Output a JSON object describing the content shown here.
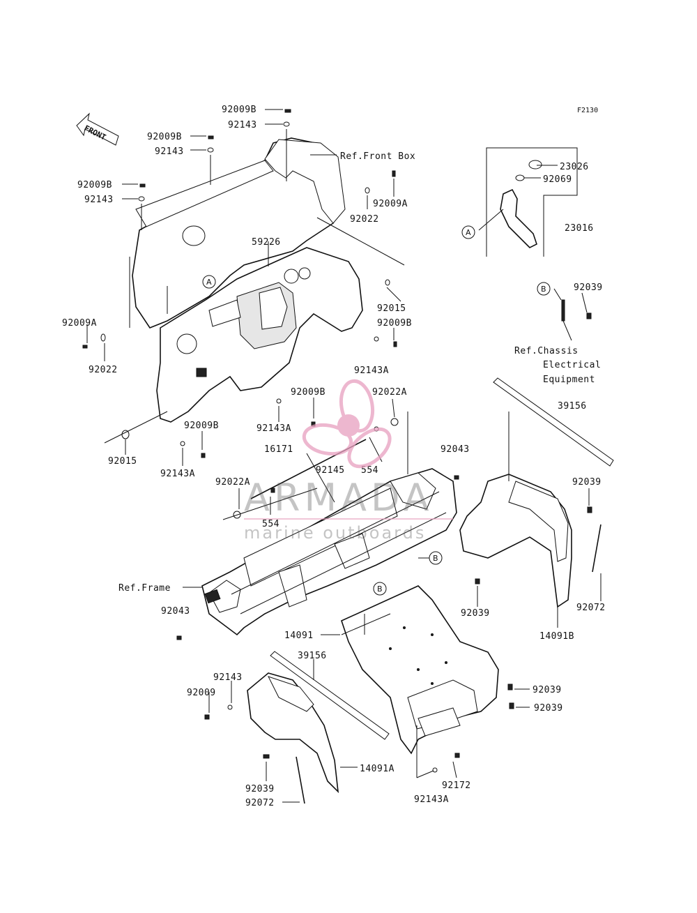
{
  "figure_code": "F2130",
  "front_marker": "FRONT",
  "watermark": {
    "brand": "ARMADA",
    "tagline": "marine outboards",
    "accent_color": "#e8a0bf"
  },
  "ref_labels": {
    "front_box": "Ref.Front Box",
    "chassis_line1": "Ref.Chassis",
    "chassis_line2": "Electrical",
    "chassis_line3": "Equipment",
    "frame": "Ref.Frame"
  },
  "callouts": [
    "A",
    "B"
  ],
  "part_labels": [
    "92009B",
    "92143",
    "92009B",
    "92143",
    "92009B",
    "92143",
    "92009A",
    "92022",
    "92009A",
    "92022",
    "59226",
    "92015",
    "92009B",
    "92015",
    "92143A",
    "92009B",
    "23026",
    "92069",
    "23016",
    "92039",
    "92143A",
    "92009B",
    "92022A",
    "92143A",
    "16171",
    "92145",
    "554",
    "92043",
    "92022A",
    "554",
    "39156",
    "92039",
    "92043",
    "92039",
    "14091",
    "14091B",
    "92072",
    "39156",
    "92143",
    "92009",
    "92039",
    "92039",
    "92039",
    "92072",
    "14091A",
    "92172",
    "92143A"
  ]
}
